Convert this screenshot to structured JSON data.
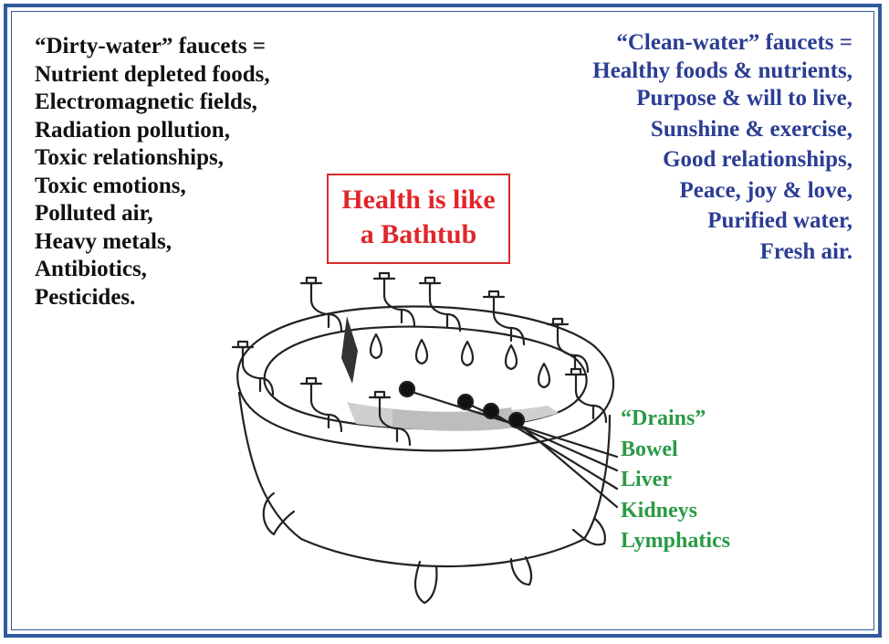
{
  "dirty": {
    "heading": "“Dirty-water” faucets =",
    "items": [
      "Nutrient depleted foods,",
      "Electromagnetic fields,",
      "Radiation pollution,",
      "Toxic relationships,",
      "Toxic emotions,",
      "Polluted air,",
      "Heavy metals,",
      "Antibiotics,",
      "Pesticides."
    ]
  },
  "clean": {
    "heading": "“Clean-water” faucets =",
    "items": [
      "Healthy foods & nutrients,",
      "Purpose & will to live,",
      "Sunshine & exercise,",
      "Good relationships,",
      "Peace, joy & love,",
      "Purified water,",
      "Fresh air."
    ]
  },
  "title": {
    "line1": "Health is like",
    "line2": "a Bathtub"
  },
  "drains": {
    "heading": "“Drains”",
    "items": [
      "Bowel",
      "Liver",
      "Kidneys",
      "Lymphatics"
    ]
  },
  "colors": {
    "frame": "#2e5a9e",
    "clean": "#2b3d93",
    "drains": "#2a9a45",
    "title": "#e0262b"
  }
}
